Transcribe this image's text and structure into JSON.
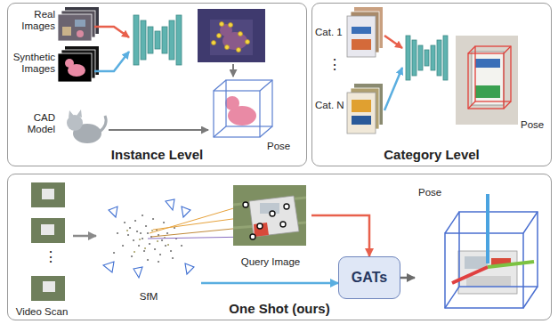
{
  "diagram": {
    "nodes": [
      {
        "text": [
          "Instance Level"
        ]
      },
      {
        "text": [
          "Category Level"
        ]
      },
      {
        "text": [
          "One Shot (ours)"
        ]
      },
      {
        "text": [
          "Video Scan"
        ],
        "in": 2
      },
      {
        "text": [
          "SfM"
        ],
        "in": 2
      },
      {
        "text": [
          "Query Image"
        ],
        "in": 2
      },
      {
        "text": [
          "GATs"
        ],
        "in": 2
      },
      {
        "text": [
          "Pose"
        ],
        "in": 2
      }
    ],
    "edges": [
      {
        "from": 3,
        "to": 4,
        "arrow": "to"
      },
      {
        "from": 5,
        "to": 6,
        "arrow": "to"
      },
      {
        "from": 4,
        "to": 6,
        "arrow": "to"
      },
      {
        "from": 6,
        "to": 7,
        "arrow": "to"
      }
    ],
    "labels": [
      "Real Images",
      "Synthetic Images",
      "CAD Model",
      "Pose",
      "Cat. 1",
      "⋮",
      "Cat. N",
      "Pose",
      "⋮"
    ]
  }
}
